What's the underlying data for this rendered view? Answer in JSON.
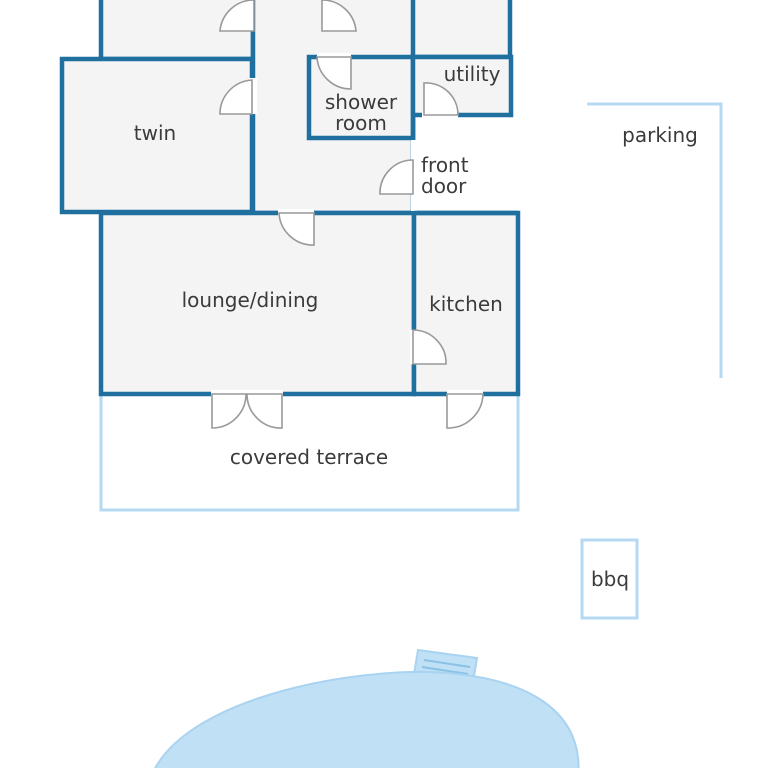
{
  "rooms": {
    "twin": "twin",
    "shower_line1": "shower",
    "shower_line2": "room",
    "utility": "utility",
    "front_line1": "front",
    "front_line2": "door",
    "lounge": "lounge/dining",
    "kitchen": "kitchen"
  },
  "outdoor": {
    "parking": "parking",
    "terrace": "covered terrace",
    "bbq": "bbq"
  },
  "colors": {
    "wall": "#1f6f9f",
    "room_fill": "#f4f4f4",
    "outdoor_outline": "#b5d9f2",
    "pool": "#bfe0f5"
  }
}
